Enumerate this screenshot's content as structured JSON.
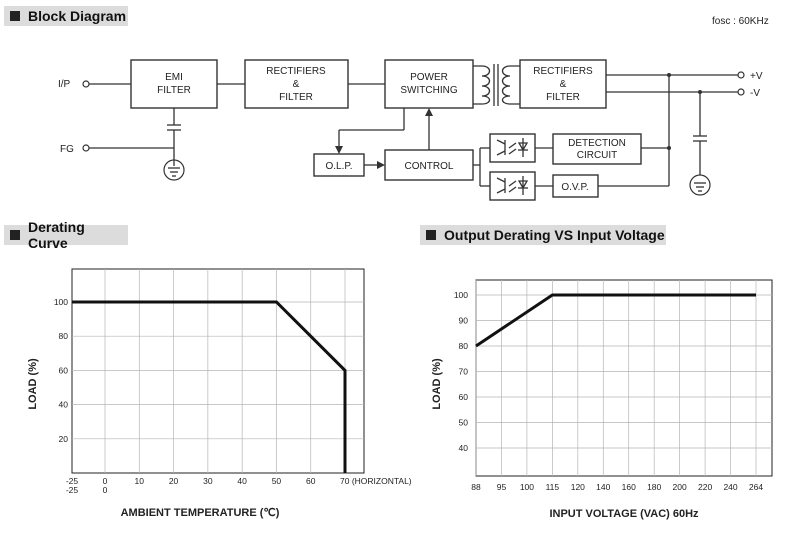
{
  "sections": {
    "block": "Block Diagram",
    "derating": "Derating Curve",
    "output": "Output Derating VS Input Voltage"
  },
  "block_diagram": {
    "fosc": "fosc : 60KHz",
    "emi1": "EMI",
    "emi2": "FILTER",
    "rect1_1": "RECTIFIERS",
    "rect1_2": "&",
    "rect1_3": "FILTER",
    "pow1": "POWER",
    "pow2": "SWITCHING",
    "rect2_1": "RECTIFIERS",
    "rect2_2": "&",
    "rect2_3": "FILTER",
    "det1": "DETECTION",
    "det2": "CIRCUIT",
    "olp": "O.L.P.",
    "control": "CONTROL",
    "ovp": "O.V.P.",
    "ip": "I/P",
    "fg": "FG",
    "vplus": "+V",
    "vminus": "-V"
  },
  "chart_data": [
    {
      "type": "line",
      "title": "Derating Curve",
      "xlabel": "AMBIENT TEMPERATURE (℃)",
      "ylabel": "LOAD (%)",
      "x_ticks": [
        "-25",
        "0",
        "10",
        "20",
        "30",
        "40",
        "50",
        "60",
        "70 (HORIZONTAL)"
      ],
      "x_ticks_second_row": [
        "-25",
        "0"
      ],
      "y_ticks": [
        "100",
        "80",
        "60",
        "40",
        "20"
      ],
      "xlim": [
        -25,
        70
      ],
      "ylim": [
        0,
        100
      ],
      "grid": true,
      "series": [
        {
          "x": [
            -25,
            50,
            70,
            70
          ],
          "y": [
            100,
            100,
            60,
            0
          ]
        }
      ]
    },
    {
      "type": "line",
      "title": "Output Derating VS Input Voltage",
      "xlabel": "INPUT VOLTAGE (VAC) 60Hz",
      "ylabel": "LOAD (%)",
      "x_ticks": [
        "88",
        "95",
        "100",
        "115",
        "120",
        "140",
        "160",
        "180",
        "200",
        "220",
        "240",
        "264"
      ],
      "y_ticks": [
        "100",
        "90",
        "80",
        "70",
        "60",
        "50",
        "40"
      ],
      "ylim": [
        30,
        100
      ],
      "grid": true,
      "series": [
        {
          "x": [
            88,
            115,
            264
          ],
          "y": [
            80,
            100,
            100
          ]
        }
      ]
    }
  ]
}
